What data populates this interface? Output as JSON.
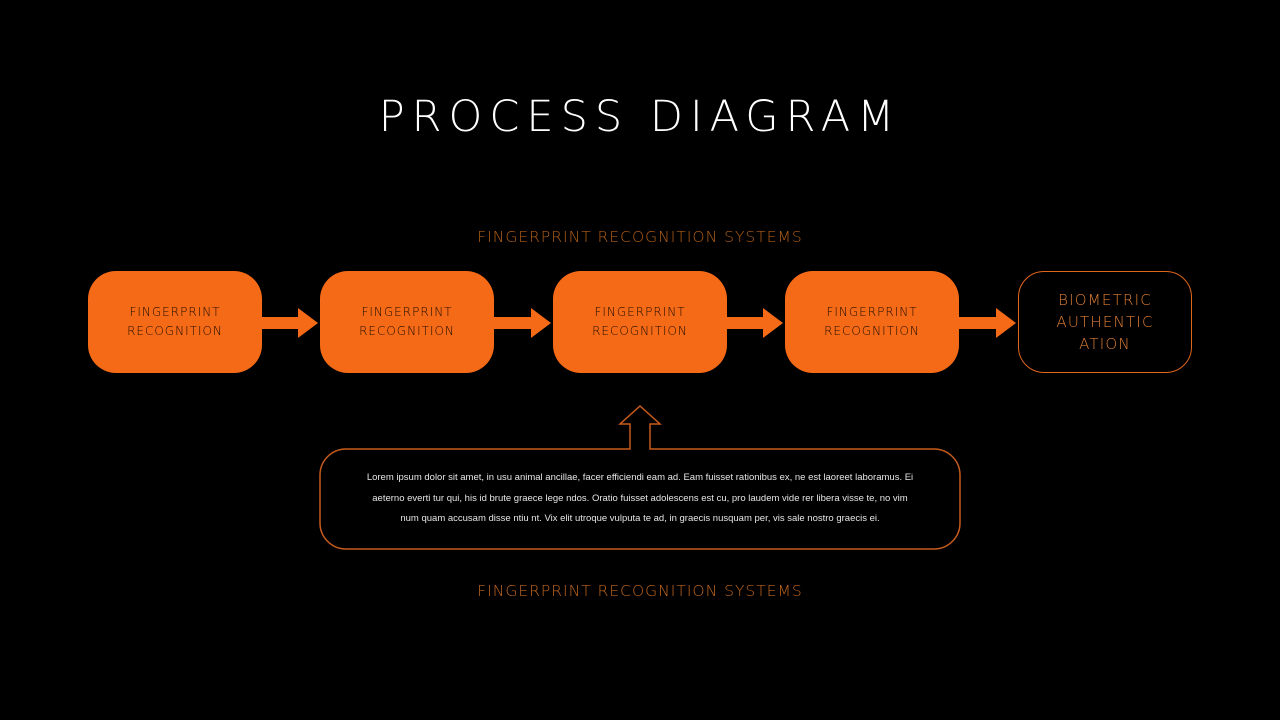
{
  "slide": {
    "title": "PROCESS DIAGRAM",
    "section_header_top": "FINGERPRINT RECOGNITION SYSTEMS",
    "section_header_bottom": "FINGERPRINT RECOGNITION SYSTEMS",
    "steps": [
      {
        "label": "FINGERPRINT RECOGNITION",
        "style": "filled"
      },
      {
        "label": "FINGERPRINT RECOGNITION",
        "style": "filled"
      },
      {
        "label": "FINGERPRINT RECOGNITION",
        "style": "filled"
      },
      {
        "label": "FINGERPRINT RECOGNITION",
        "style": "filled"
      },
      {
        "label": "BIOMETRIC AUTHENTIC ATION",
        "style": "outlined"
      }
    ],
    "description_lines": [
      "Lorem ipsum dolor sit amet, in usu animal ancillae, facer efficiendi eam ad. Eam fuisset rationibus ex, ne est laoreet laboramus. Ei",
      "aeterno everti tur qui, his id brute graece lege ndos. Oratio fuisset adolescens est cu, pro laudem vide rer libera visse te, no vim",
      "num quam accusam disse ntiu nt. Vix elit utroque vulputa te ad, in graecis nusquam per, vis sale nostro graecis ei."
    ],
    "colors": {
      "background": "#000000",
      "accent_fill": "#F56A16",
      "accent_outline": "#C75B1D",
      "title_text": "#FFFFFF",
      "header_text_top": "#B25E17",
      "header_text_bottom": "#C06620",
      "filled_box_text": "#1E0C00",
      "outlined_box_text": "#DF7E35",
      "description_text": "#E6E6E6"
    }
  }
}
